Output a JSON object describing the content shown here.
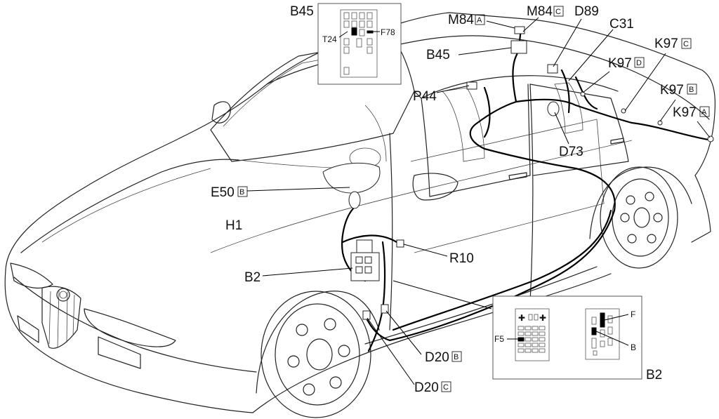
{
  "labels": {
    "b45_inset": "B45",
    "t24": "T24",
    "f78": "F78",
    "m84a": "M84",
    "m84a_box": "A",
    "m84c": "M84",
    "m84c_box": "C",
    "d89": "D89",
    "c31": "C31",
    "k97c": "K97",
    "k97c_box": "C",
    "b45": "B45",
    "k97d": "K97",
    "k97d_box": "D",
    "p44": "P44",
    "k97b": "K97",
    "k97b_box": "B",
    "k97a": "K97",
    "k97a_box": "A",
    "d73": "D73",
    "e50b": "E50",
    "e50b_box": "B",
    "h1": "H1",
    "r10": "R10",
    "b2": "B2",
    "d20b": "D20",
    "d20b_box": "B",
    "d20c": "D20",
    "d20c_box": "C",
    "f5": "F5",
    "f_right": "F",
    "b_right": "B",
    "b2_inset": "B2"
  }
}
